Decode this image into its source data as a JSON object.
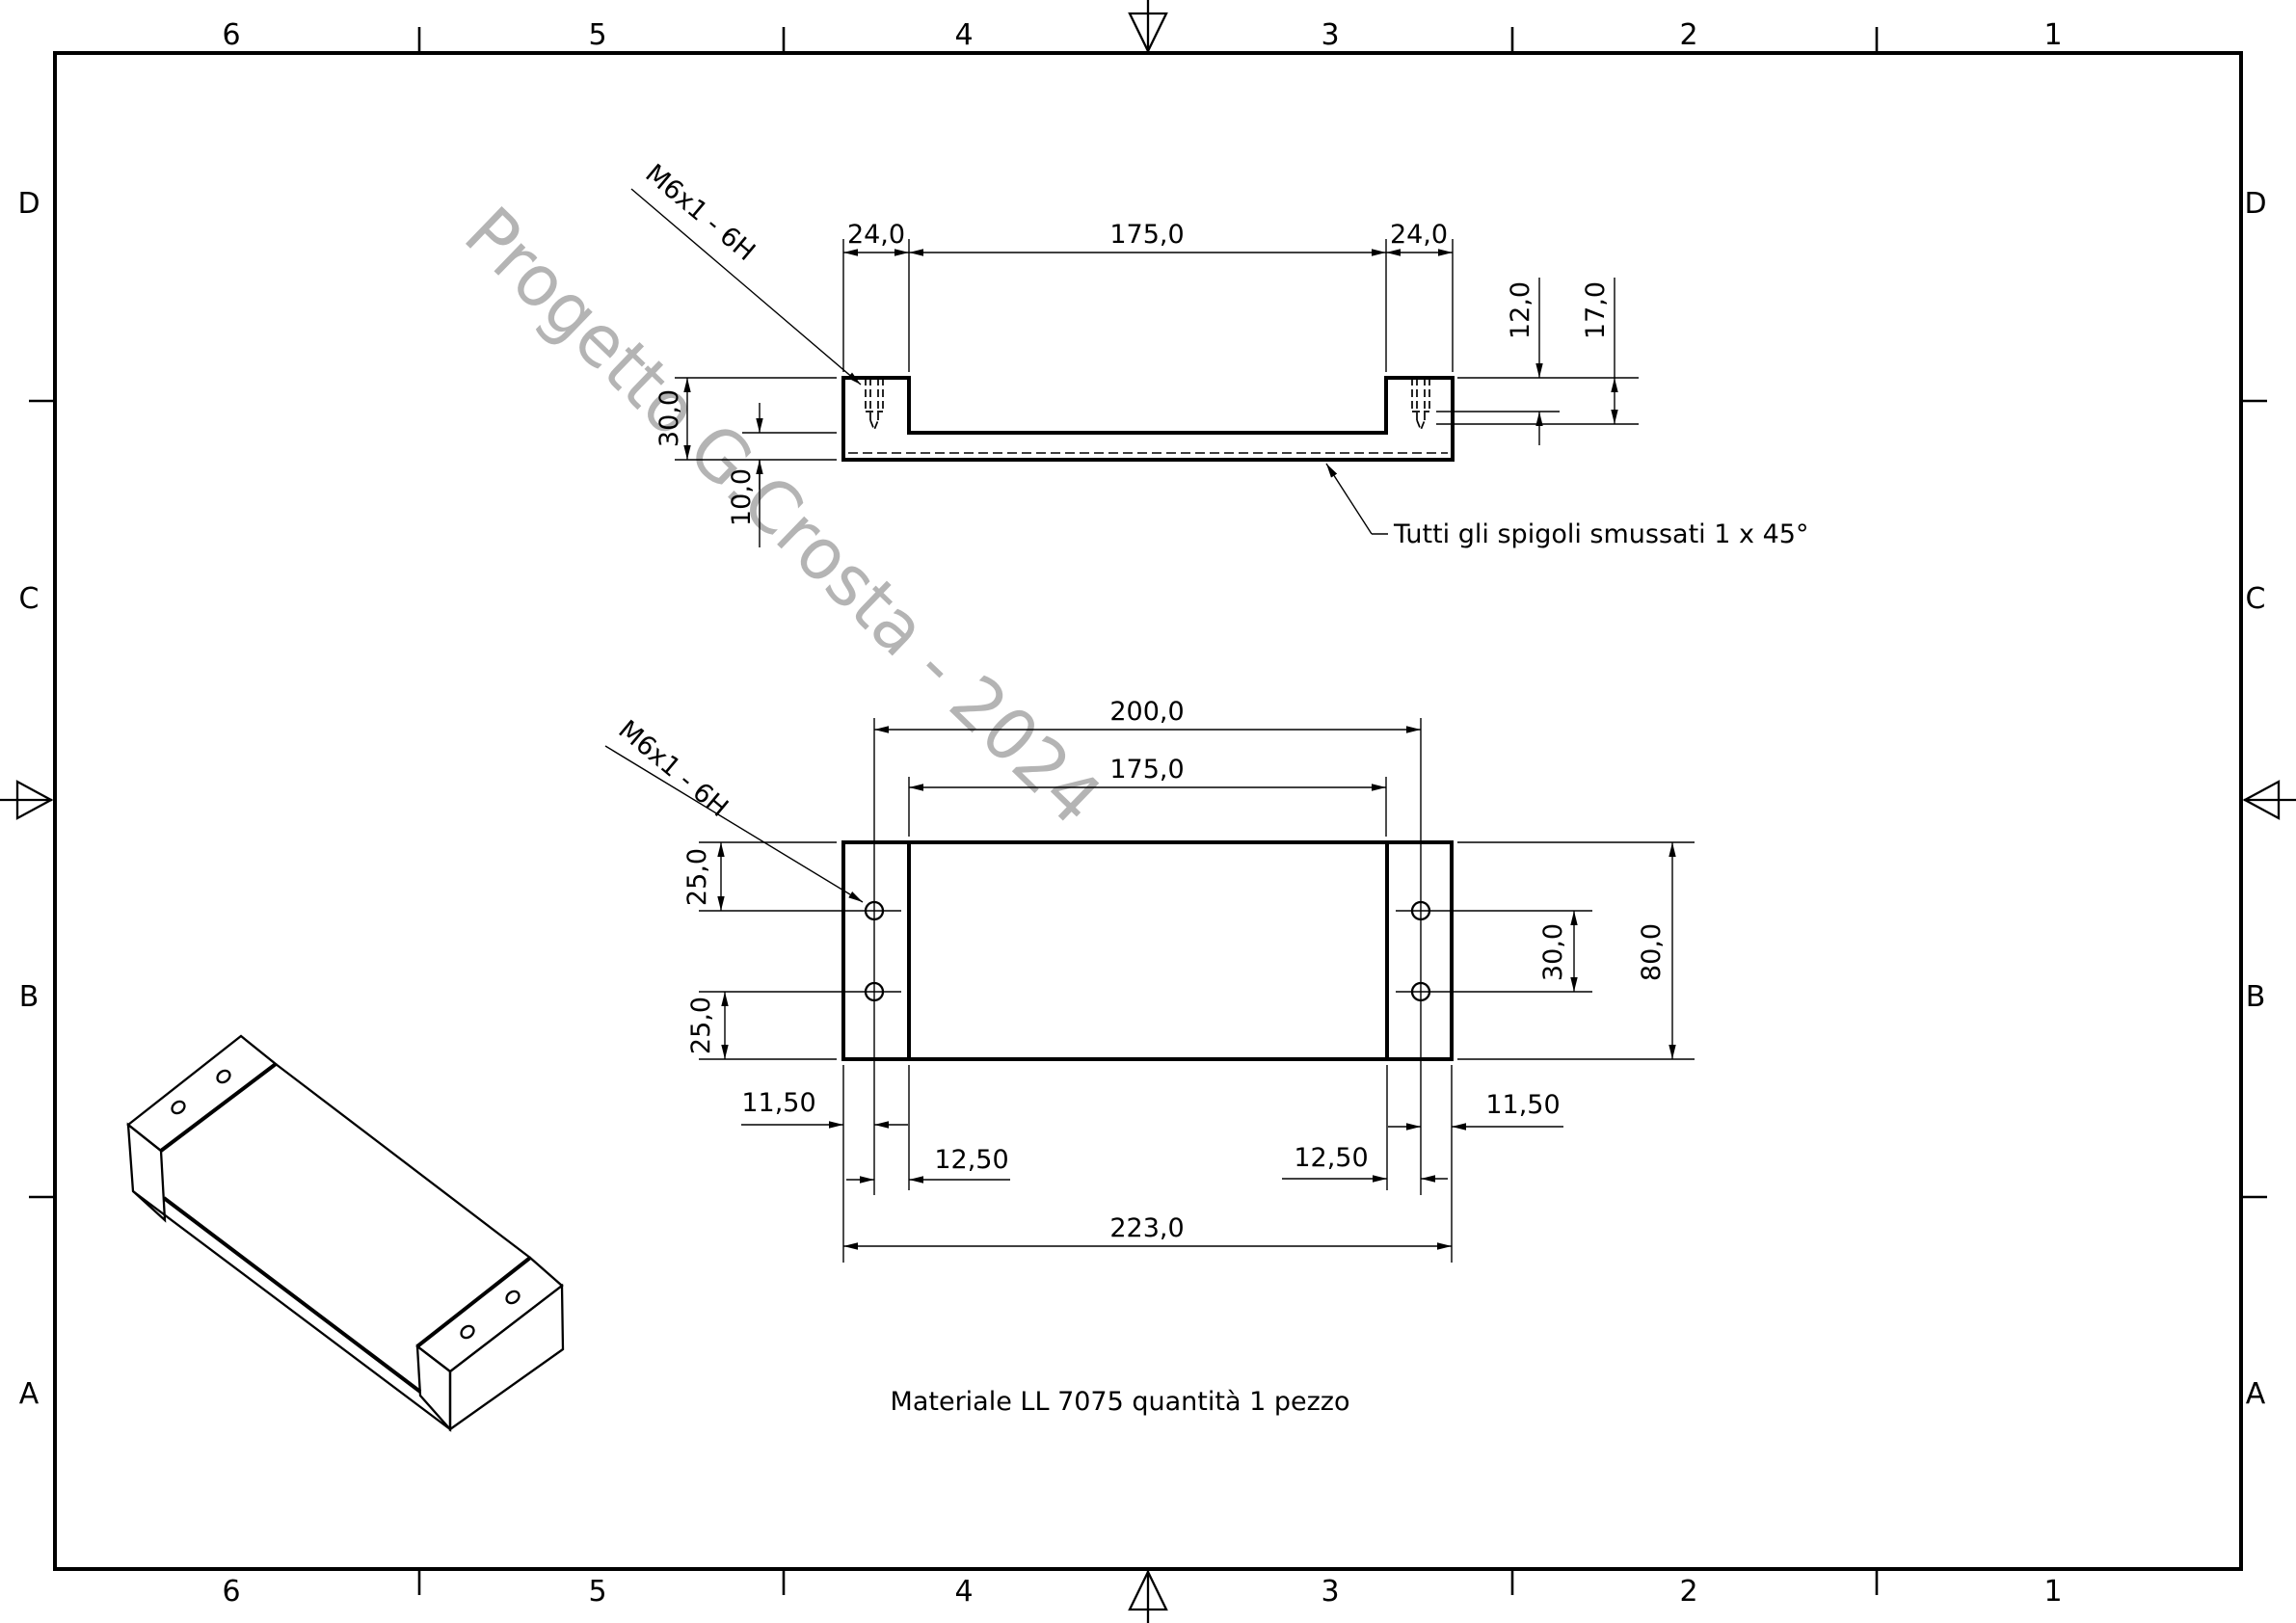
{
  "sheet": {
    "columns": [
      "6",
      "5",
      "4",
      "3",
      "2",
      "1"
    ],
    "rows": [
      "D",
      "C",
      "B",
      "A"
    ]
  },
  "watermark": "Progetto G.Crosta - 2024",
  "front_view": {
    "thread_callout": "M6x1 - 6H",
    "chamfer_note": "Tutti gli spigoli smussati 1 x 45°",
    "dims": {
      "left_block_width": "24,0",
      "inner_length": "175,0",
      "right_block_width": "24,0",
      "height": "30,0",
      "base_thickness": "10,0",
      "thread_depth": "12,0",
      "drill_depth": "17,0"
    }
  },
  "top_view": {
    "thread_callout": "M6x1 - 6H",
    "dims": {
      "hole_spacing_length": "200,0",
      "inner_length": "175,0",
      "hole_offset_top": "25,0",
      "hole_offset_bottom": "25,0",
      "hole_spacing_width": "30,0",
      "width": "80,0",
      "hole_edge_left": "11,50",
      "hole_step_left": "12,50",
      "hole_step_right": "12,50",
      "hole_edge_right": "11,50",
      "overall_length": "223,0"
    }
  },
  "notes": {
    "material": "Materiale LL 7075 quantità 1 pezzo"
  }
}
